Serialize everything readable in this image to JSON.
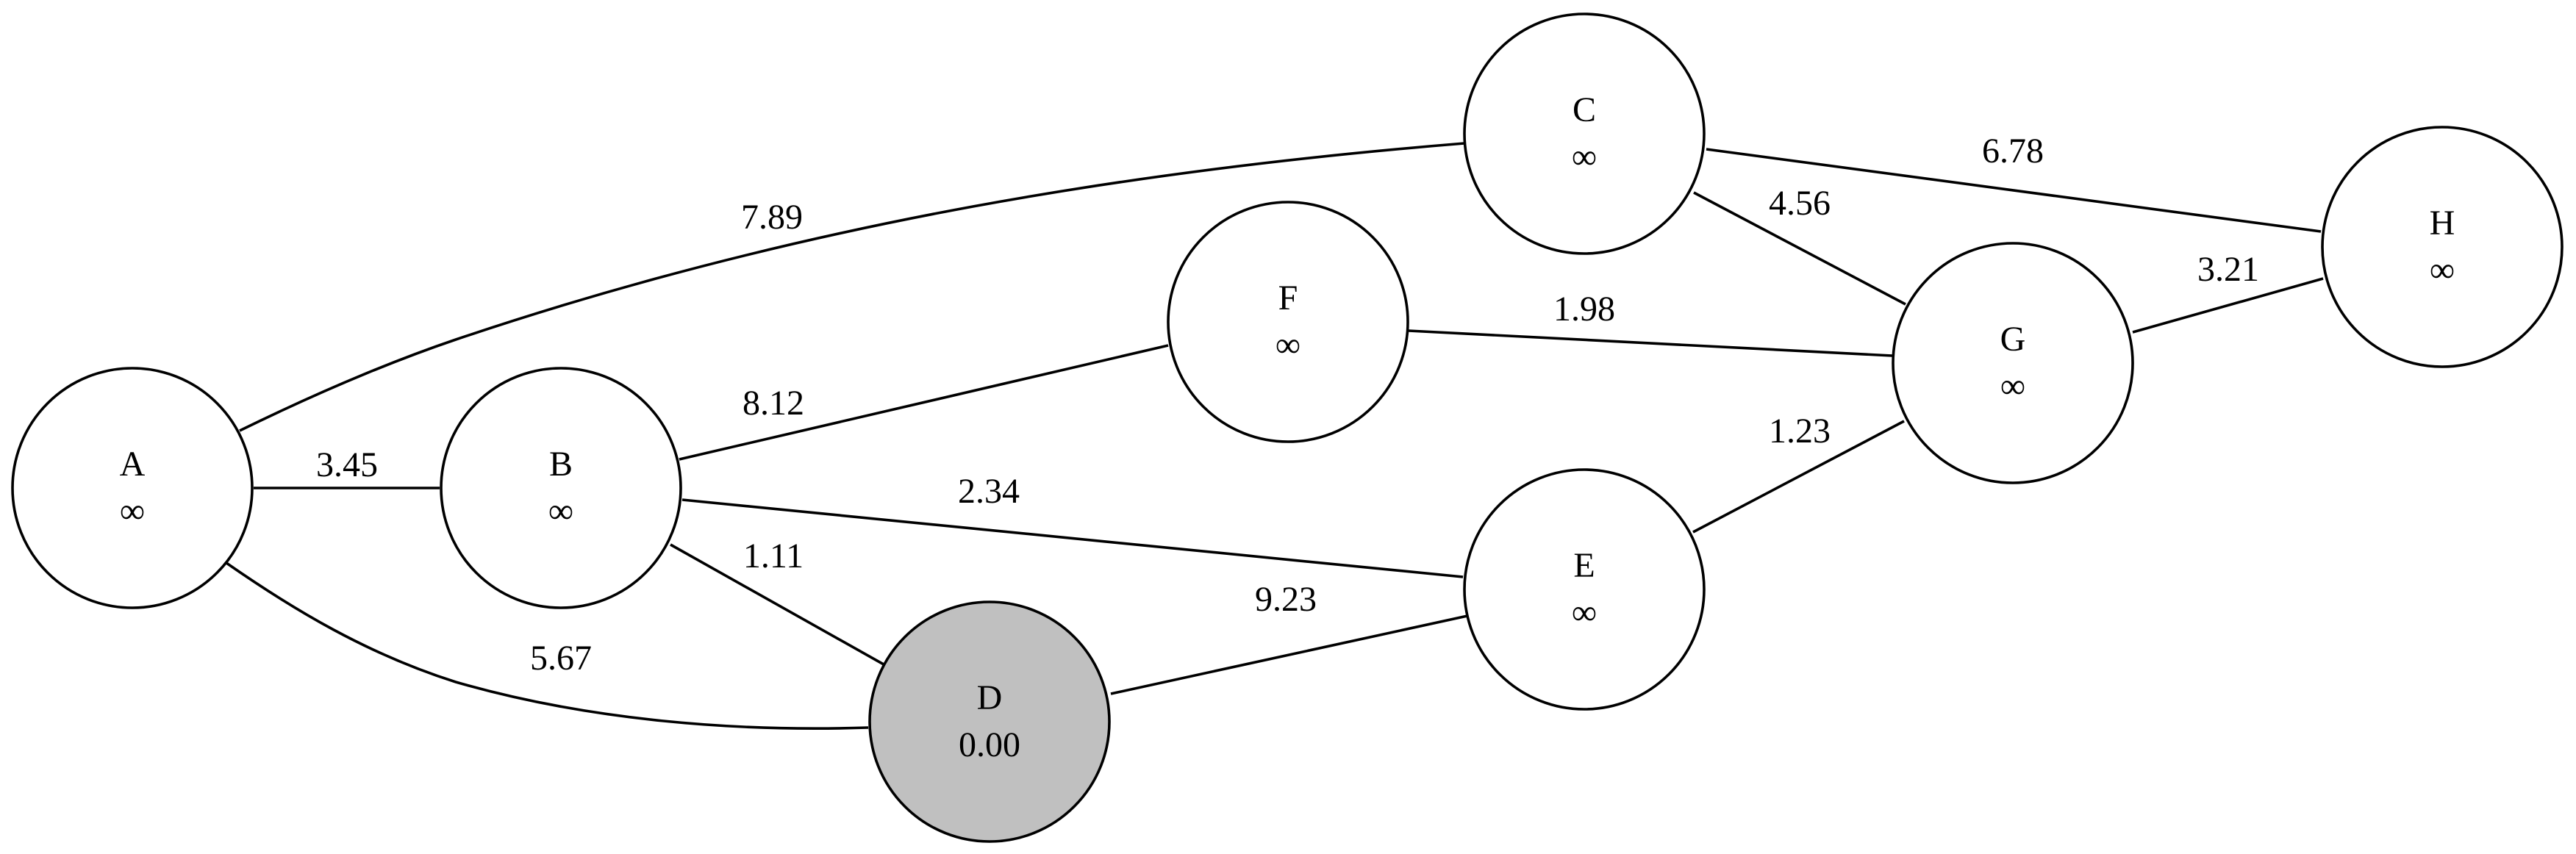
{
  "graph": {
    "nodes": [
      {
        "id": "A",
        "name": "A",
        "value": "∞",
        "highlighted": false
      },
      {
        "id": "B",
        "name": "B",
        "value": "∞",
        "highlighted": false
      },
      {
        "id": "C",
        "name": "C",
        "value": "∞",
        "highlighted": false
      },
      {
        "id": "D",
        "name": "D",
        "value": "0.00",
        "highlighted": true
      },
      {
        "id": "E",
        "name": "E",
        "value": "∞",
        "highlighted": false
      },
      {
        "id": "F",
        "name": "F",
        "value": "∞",
        "highlighted": false
      },
      {
        "id": "G",
        "name": "G",
        "value": "∞",
        "highlighted": false
      },
      {
        "id": "H",
        "name": "H",
        "value": "∞",
        "highlighted": false
      }
    ],
    "edges": [
      {
        "from": "A",
        "to": "B",
        "weight": "3.45"
      },
      {
        "from": "A",
        "to": "C",
        "weight": "7.89"
      },
      {
        "from": "A",
        "to": "D",
        "weight": "5.67"
      },
      {
        "from": "B",
        "to": "F",
        "weight": "8.12"
      },
      {
        "from": "B",
        "to": "E",
        "weight": "2.34"
      },
      {
        "from": "B",
        "to": "D",
        "weight": "1.11"
      },
      {
        "from": "D",
        "to": "E",
        "weight": "9.23"
      },
      {
        "from": "F",
        "to": "G",
        "weight": "1.98"
      },
      {
        "from": "C",
        "to": "G",
        "weight": "4.56"
      },
      {
        "from": "C",
        "to": "H",
        "weight": "6.78"
      },
      {
        "from": "G",
        "to": "H",
        "weight": "3.21"
      },
      {
        "from": "E",
        "to": "G",
        "weight": "1.23"
      }
    ]
  },
  "colors": {
    "node_fill": "#ffffff",
    "highlight_fill": "#c0c0c0",
    "stroke": "#000000"
  }
}
